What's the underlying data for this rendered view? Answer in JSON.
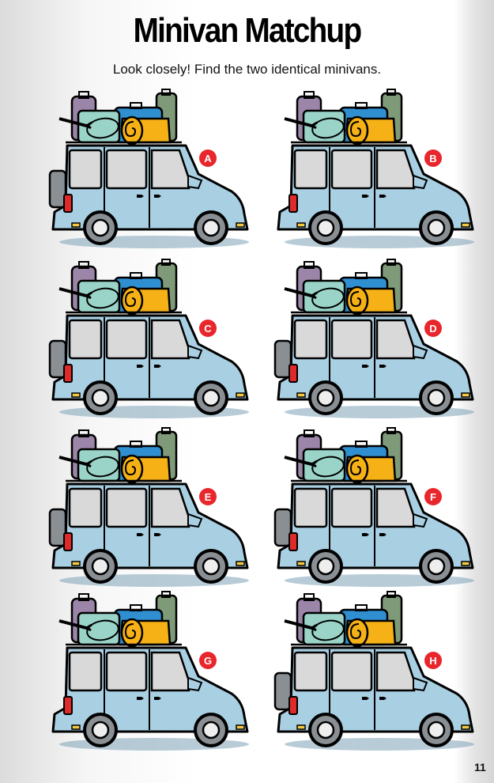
{
  "page": {
    "title": "Minivan Matchup",
    "subtitle": "Look closely! Find the two identical minivans.",
    "page_number": "11"
  },
  "colors": {
    "van_body": "#a9cfe3",
    "window": "#d9d9d9",
    "label_badge": "#e8262c",
    "suitcase_purple": "#9b85a8",
    "suitcase_teal": "#9ad4c8",
    "suitcase_blue": "#2f8fd0",
    "suitcase_green": "#7f9a78",
    "sleeping_bag": "#f5b116",
    "tail_light": "#e02a2a",
    "wheel": "#8a8f94"
  },
  "vans": [
    {
      "label": "A",
      "spare_tire": true
    },
    {
      "label": "B",
      "spare_tire": false
    },
    {
      "label": "C",
      "spare_tire": true
    },
    {
      "label": "D",
      "spare_tire": true
    },
    {
      "label": "E",
      "spare_tire": true
    },
    {
      "label": "F",
      "spare_tire": true
    },
    {
      "label": "G",
      "spare_tire": false
    },
    {
      "label": "H",
      "spare_tire": true
    }
  ]
}
